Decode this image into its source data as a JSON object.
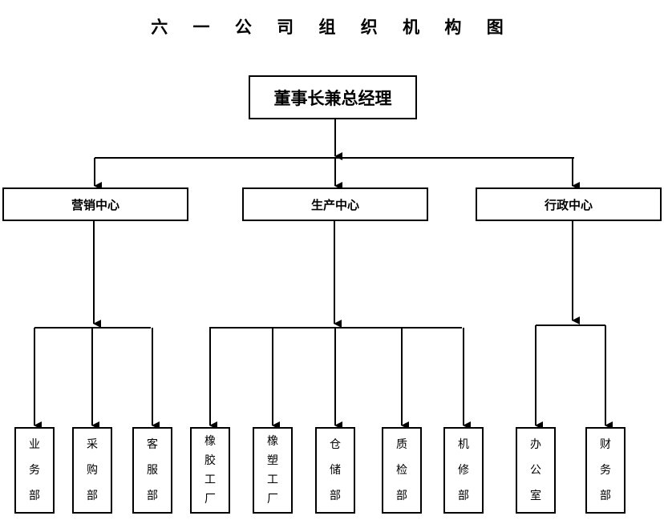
{
  "title": "六 一 公 司 组 织 机 构 图",
  "root": "董事长兼总经理",
  "centers": [
    {
      "label": "营销中心",
      "departments": [
        [
          "业",
          "务",
          "部"
        ],
        [
          "采",
          "购",
          "部"
        ],
        [
          "客",
          "服",
          "部"
        ]
      ]
    },
    {
      "label": "生产中心",
      "departments": [
        [
          "橡",
          "胶",
          "工",
          "厂"
        ],
        [
          "橡",
          "塑",
          "工",
          "厂"
        ],
        [
          "仓",
          "储",
          "部"
        ],
        [
          "质",
          "检",
          "部"
        ],
        [
          "机",
          "修",
          "部"
        ]
      ]
    },
    {
      "label": "行政中心",
      "departments": [
        [
          "办",
          "公",
          "室"
        ],
        [
          "财",
          "务",
          "部"
        ]
      ]
    }
  ]
}
